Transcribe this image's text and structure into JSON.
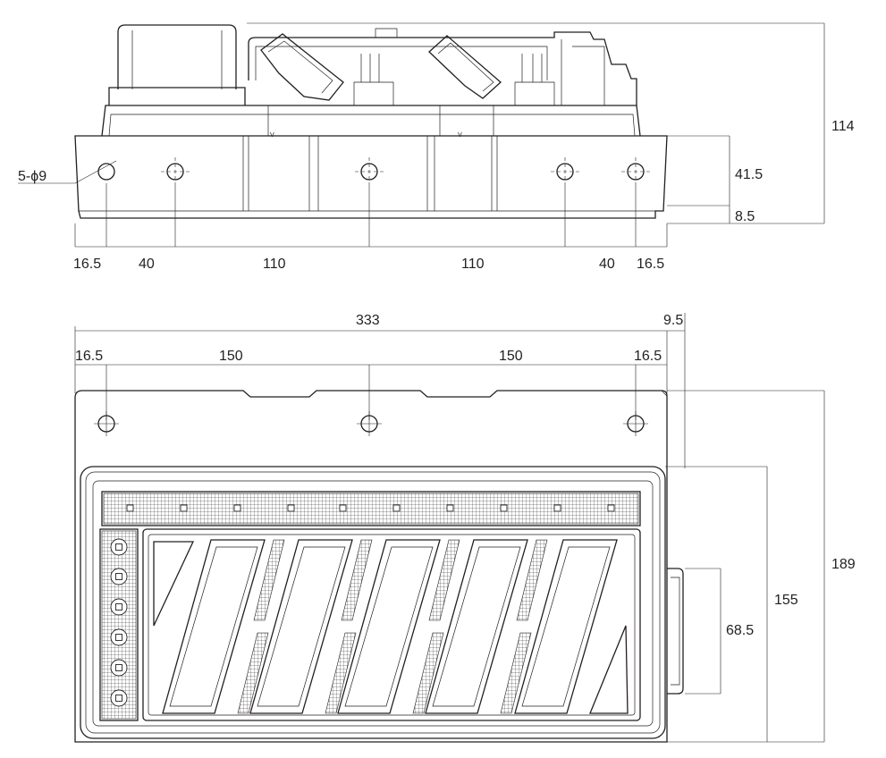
{
  "top_view": {
    "hole_callout": "5-ϕ9",
    "height_total": "114",
    "height_body": "41.5",
    "height_flange": "8.5",
    "spacing": [
      "16.5",
      "40",
      "110",
      "110",
      "40",
      "16.5"
    ]
  },
  "front_view": {
    "width_total": "333",
    "side_offset": "9.5",
    "spacing": [
      "16.5",
      "150",
      "150",
      "16.5"
    ],
    "height_total": "189",
    "height_lens": "155",
    "height_connector": "68.5"
  }
}
